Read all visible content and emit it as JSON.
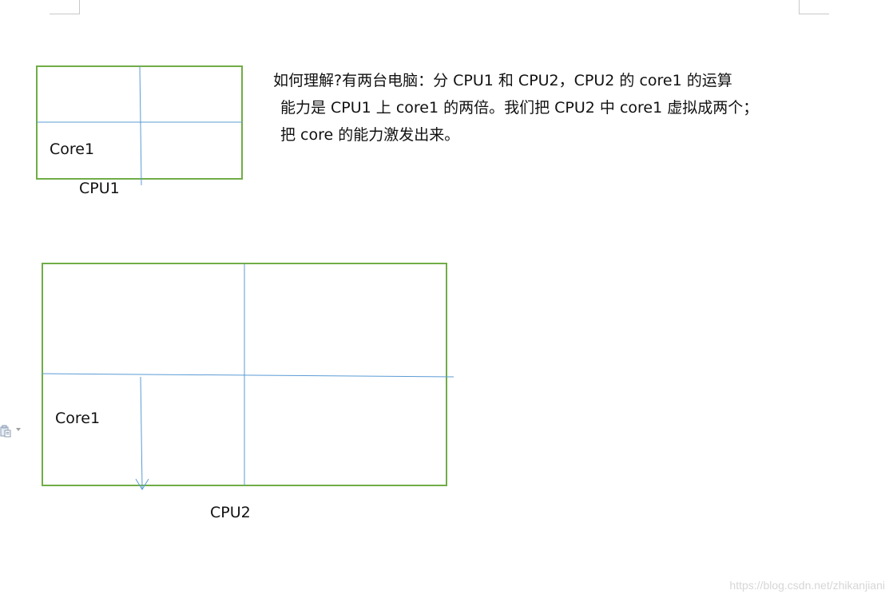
{
  "paragraph": {
    "line1": "如何理解?有两台电脑：分 CPU1 和 CPU2，CPU2 的 core1 的运算",
    "line2": "能力是 CPU1 上 core1 的两倍。我们把 CPU2 中 core1 虚拟成两个；",
    "line3": "把 core 的能力激发出来。"
  },
  "cpu1": {
    "core_label": "Core1",
    "caption": "CPU1"
  },
  "cpu2": {
    "core_label": "Core1",
    "caption": "CPU2"
  },
  "watermark": "https://blog.csdn.net/zhikanjiani",
  "colors": {
    "box_border": "#70ad47",
    "divider_line": "#5b9bd5",
    "text": "#111111",
    "margin_marks": "#c8c8c8",
    "watermark": "#d6d6d6"
  },
  "icons": {
    "paste": "paste-options-icon"
  }
}
